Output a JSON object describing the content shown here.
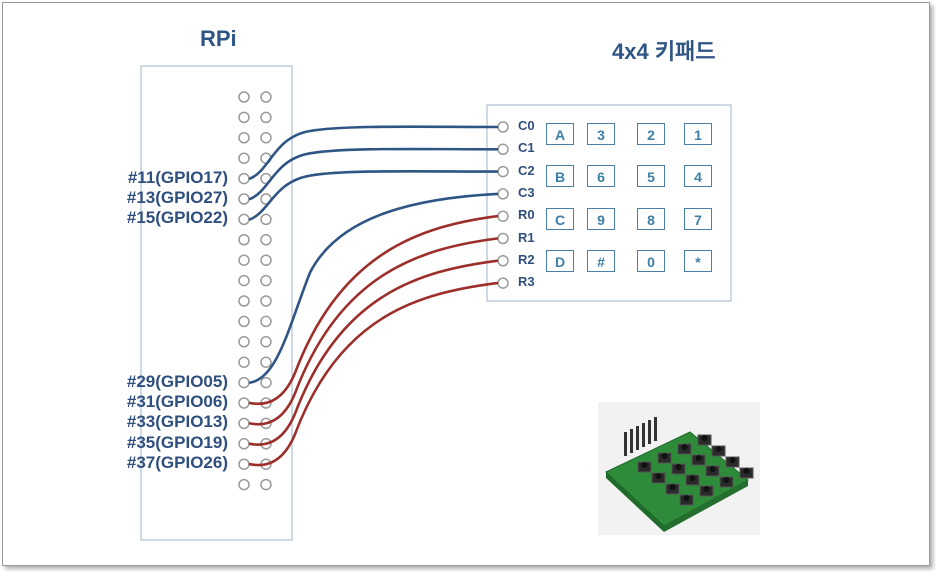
{
  "rpi_title": "RPi",
  "keypad_title": "4x4 키패드",
  "gpio_labels": [
    {
      "text": "#11(GPIO17)",
      "row": 4,
      "wire": "C0"
    },
    {
      "text": "#13(GPIO27)",
      "row": 5,
      "wire": "C1"
    },
    {
      "text": "#15(GPIO22)",
      "row": 6,
      "wire": "C2"
    },
    {
      "text": "#29(GPIO05)",
      "row": 14,
      "wire": "C3"
    },
    {
      "text": "#31(GPIO06)",
      "row": 15,
      "wire": "R0"
    },
    {
      "text": "#33(GPIO13)",
      "row": 16,
      "wire": "R1"
    },
    {
      "text": "#35(GPIO19)",
      "row": 17,
      "wire": "R2"
    },
    {
      "text": "#37(GPIO26)",
      "row": 18,
      "wire": "R3"
    }
  ],
  "keypad_pins": [
    "C0",
    "C1",
    "C2",
    "C3",
    "R0",
    "R1",
    "R2",
    "R3"
  ],
  "keys": [
    [
      "A",
      "3",
      "2",
      "1"
    ],
    [
      "B",
      "6",
      "5",
      "4"
    ],
    [
      "C",
      "9",
      "8",
      "7"
    ],
    [
      "D",
      "#",
      "0",
      "*"
    ]
  ],
  "colors": {
    "column_wire": "#2f5584",
    "row_wire": "#9c2f2a",
    "label": "#2f4f7f",
    "key_text": "#3d7fa6"
  },
  "photo_icon": "keypad-module-photo"
}
